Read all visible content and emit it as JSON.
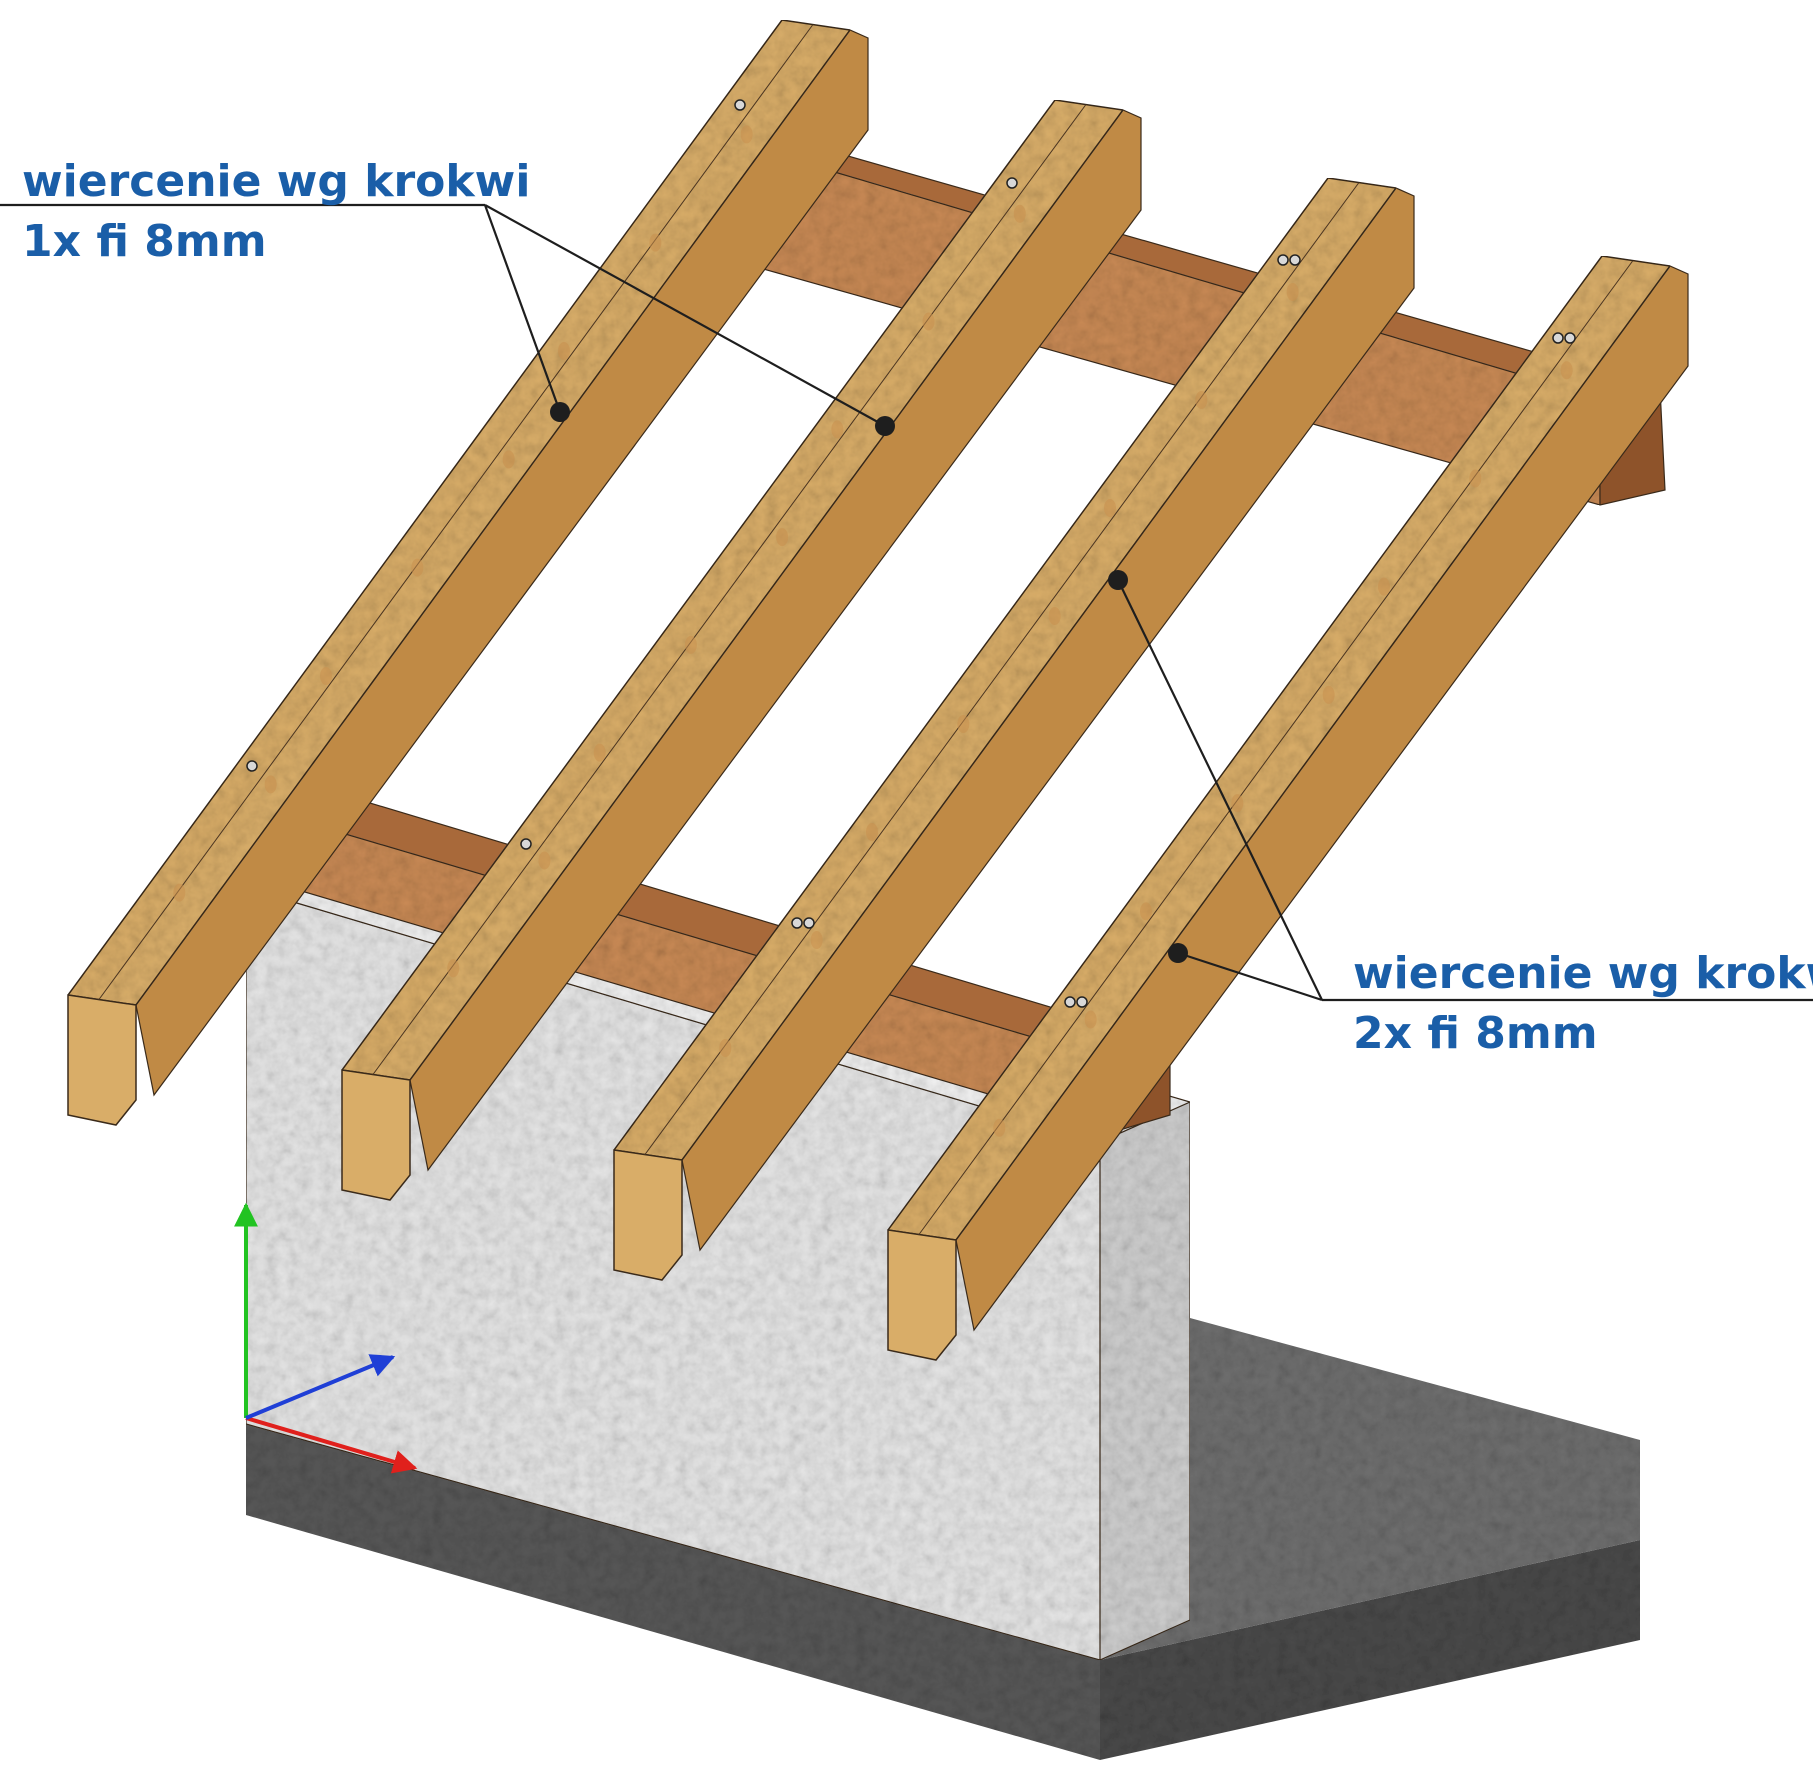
{
  "colors": {
    "label": "#1a5ea8",
    "leader": "#1e1e1e",
    "rafter_light": "#e9c98c",
    "rafter_mid": "#d9ad68",
    "rafter_dark": "#c08a45",
    "rafter_knot": "#c98f4e",
    "plate_top": "#a8693a",
    "plate_side": "#c98a55",
    "plate_dark": "#8e532a",
    "wall_face": "#e6e6e6",
    "wall_side": "#cfcfcf",
    "wall_top": "#f2f2f2",
    "slab_top": "#6f6f6f",
    "slab_front": "#585858",
    "slab_side": "#4a4a4a",
    "axis_x": "#e0201c",
    "axis_y": "#22c322",
    "axis_z": "#1f3fd6"
  },
  "callouts": [
    {
      "id": "drill-1x",
      "line1": "wiercenie wg krokwi",
      "line2": "1x fi 8mm"
    },
    {
      "id": "drill-2x",
      "line1": "wiercenie wg krokwi",
      "line2": "2x fi 8mm"
    }
  ],
  "icons": {
    "axis_triad": "xyz-axis-icon"
  }
}
